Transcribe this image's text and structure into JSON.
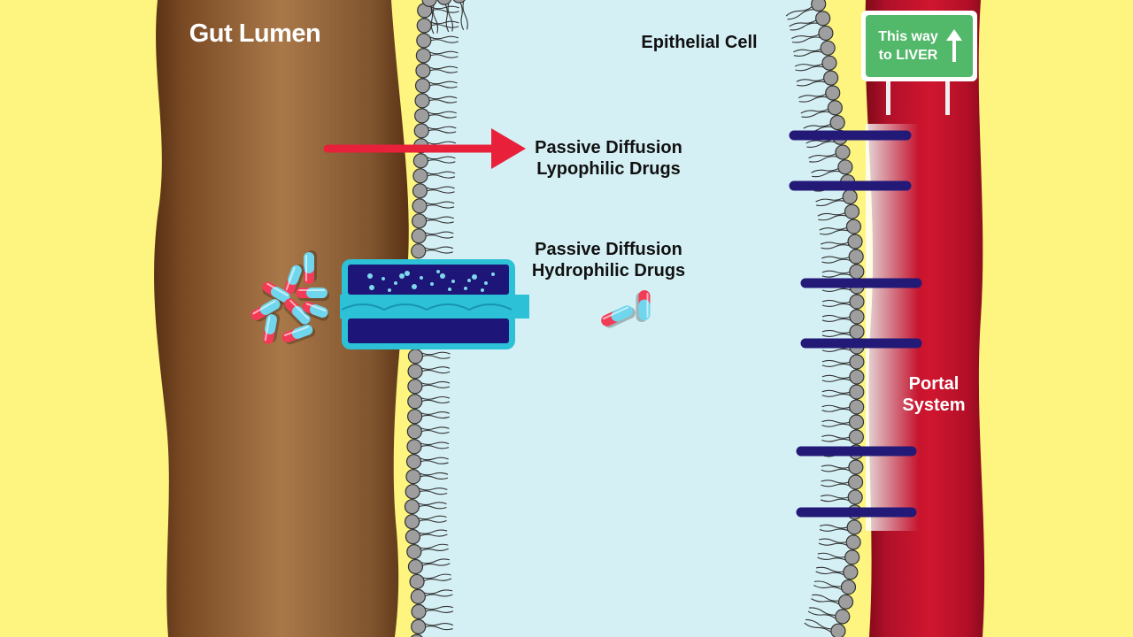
{
  "labels": {
    "gut_lumen": "Gut Lumen",
    "epithelial_cell": "Epithelial Cell",
    "passive_lipophilic": {
      "line1": "Passive Diffusion",
      "line2": "Lypophilic Drugs"
    },
    "passive_hydrophilic": {
      "line1": "Passive Diffusion",
      "line2": "Hydrophilic Drugs"
    },
    "portal_system": {
      "line1": "Portal",
      "line2": "System"
    }
  },
  "sign": {
    "line1": "This way",
    "line2": "to LIVER",
    "arrow_icon": "up-arrow-icon"
  },
  "colors": {
    "background": "#fdf57f",
    "gut_lumen": "#9c6a3e",
    "epithelial_cell": "#d5f0f5",
    "portal_vein": "#c0102a",
    "arrow": "#e8203a",
    "channel_dark": "#1d1577",
    "channel_light": "#2cc1d6",
    "sign_green": "#52b86a",
    "lipid_head": "#9e9e9e",
    "capsule_red": "#f23b56",
    "capsule_blue": "#6fd6ee"
  }
}
